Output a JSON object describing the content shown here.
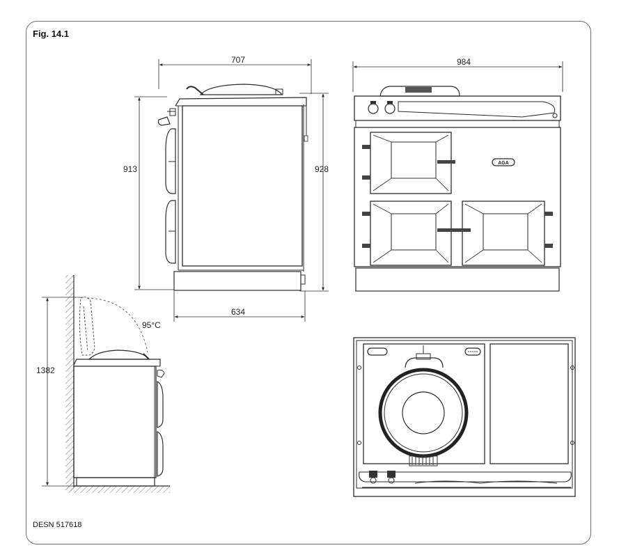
{
  "figure": {
    "title": "Fig. 14.1",
    "drawing_code": "DESN 517618"
  },
  "dimensions": {
    "side_top_width": "707",
    "side_height_left": "913",
    "side_height_right": "928",
    "side_base_width": "634",
    "front_width": "984",
    "lid_open_height": "1382",
    "lid_angle": "95°C"
  },
  "brand": {
    "badge_text": "AGA"
  }
}
